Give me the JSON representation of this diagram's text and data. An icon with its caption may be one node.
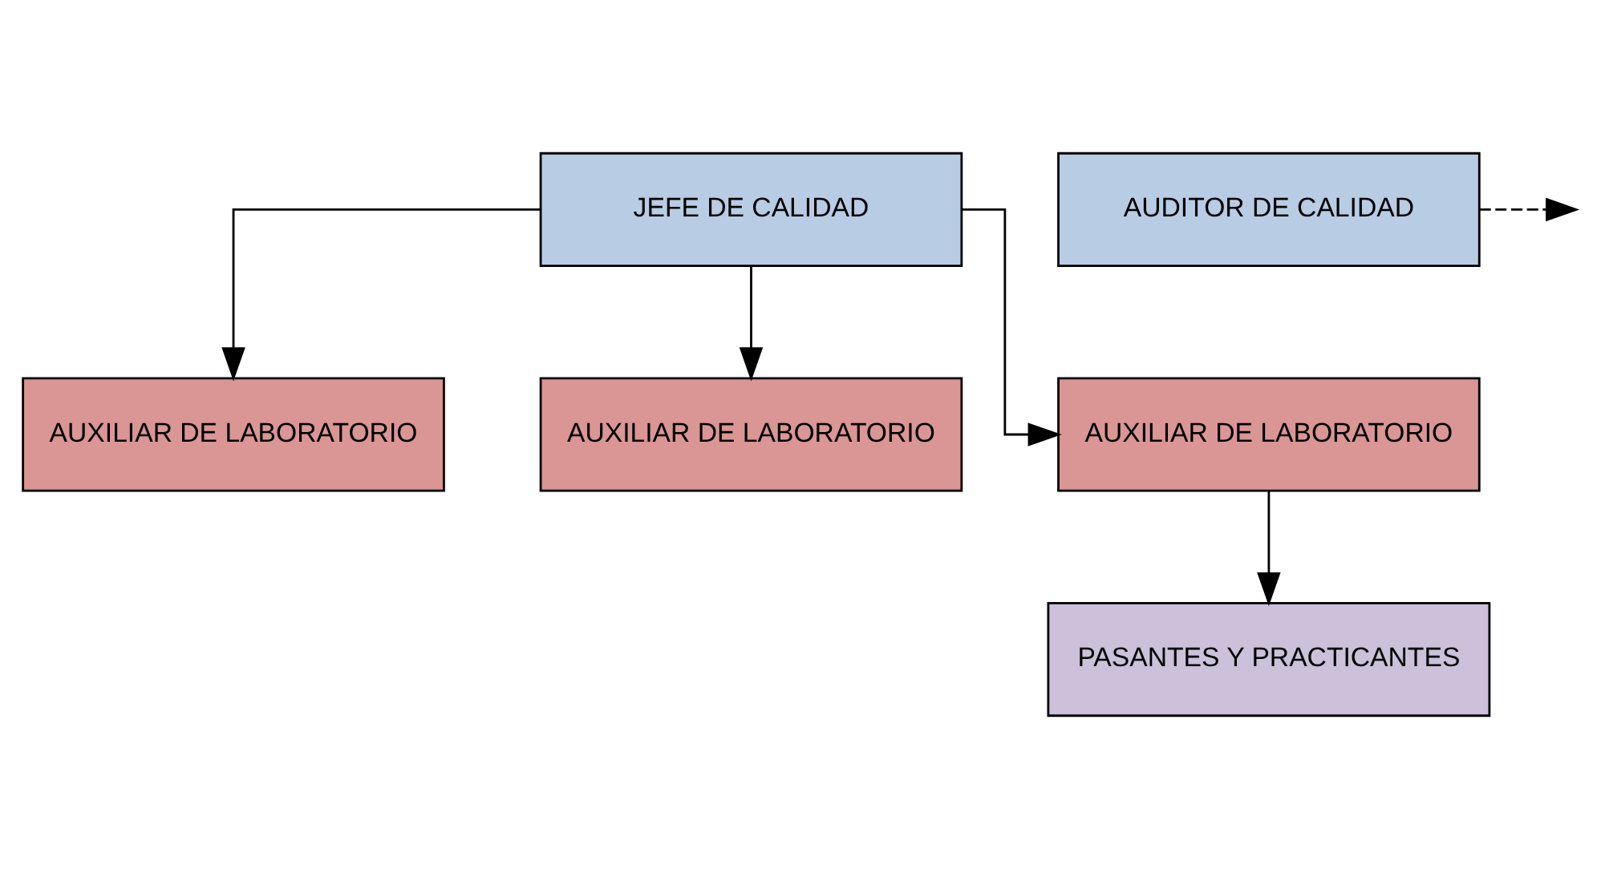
{
  "diagram": {
    "nodes": [
      {
        "text": [
          "JEFE DE CALIDAD"
        ]
      },
      {
        "text": [
          "AUDITOR DE CALIDAD"
        ]
      },
      {
        "text": [
          "AUXILIAR DE LABORATORIO"
        ]
      },
      {
        "text": [
          "AUXILIAR DE LABORATORIO"
        ]
      },
      {
        "text": [
          "AUXILIAR DE LABORATORIO"
        ]
      },
      {
        "text": [
          "PASANTES Y PRACTICANTES"
        ]
      }
    ],
    "edges": [
      {
        "from": 0,
        "to": 2,
        "arrow": "to"
      },
      {
        "from": 0,
        "to": 3,
        "arrow": "to"
      },
      {
        "from": 0,
        "to": 4,
        "arrow": "to"
      },
      {
        "from": 1,
        "to": null,
        "arrow": "to",
        "style": "dashed"
      },
      {
        "from": 4,
        "to": 5,
        "arrow": "to"
      }
    ]
  }
}
